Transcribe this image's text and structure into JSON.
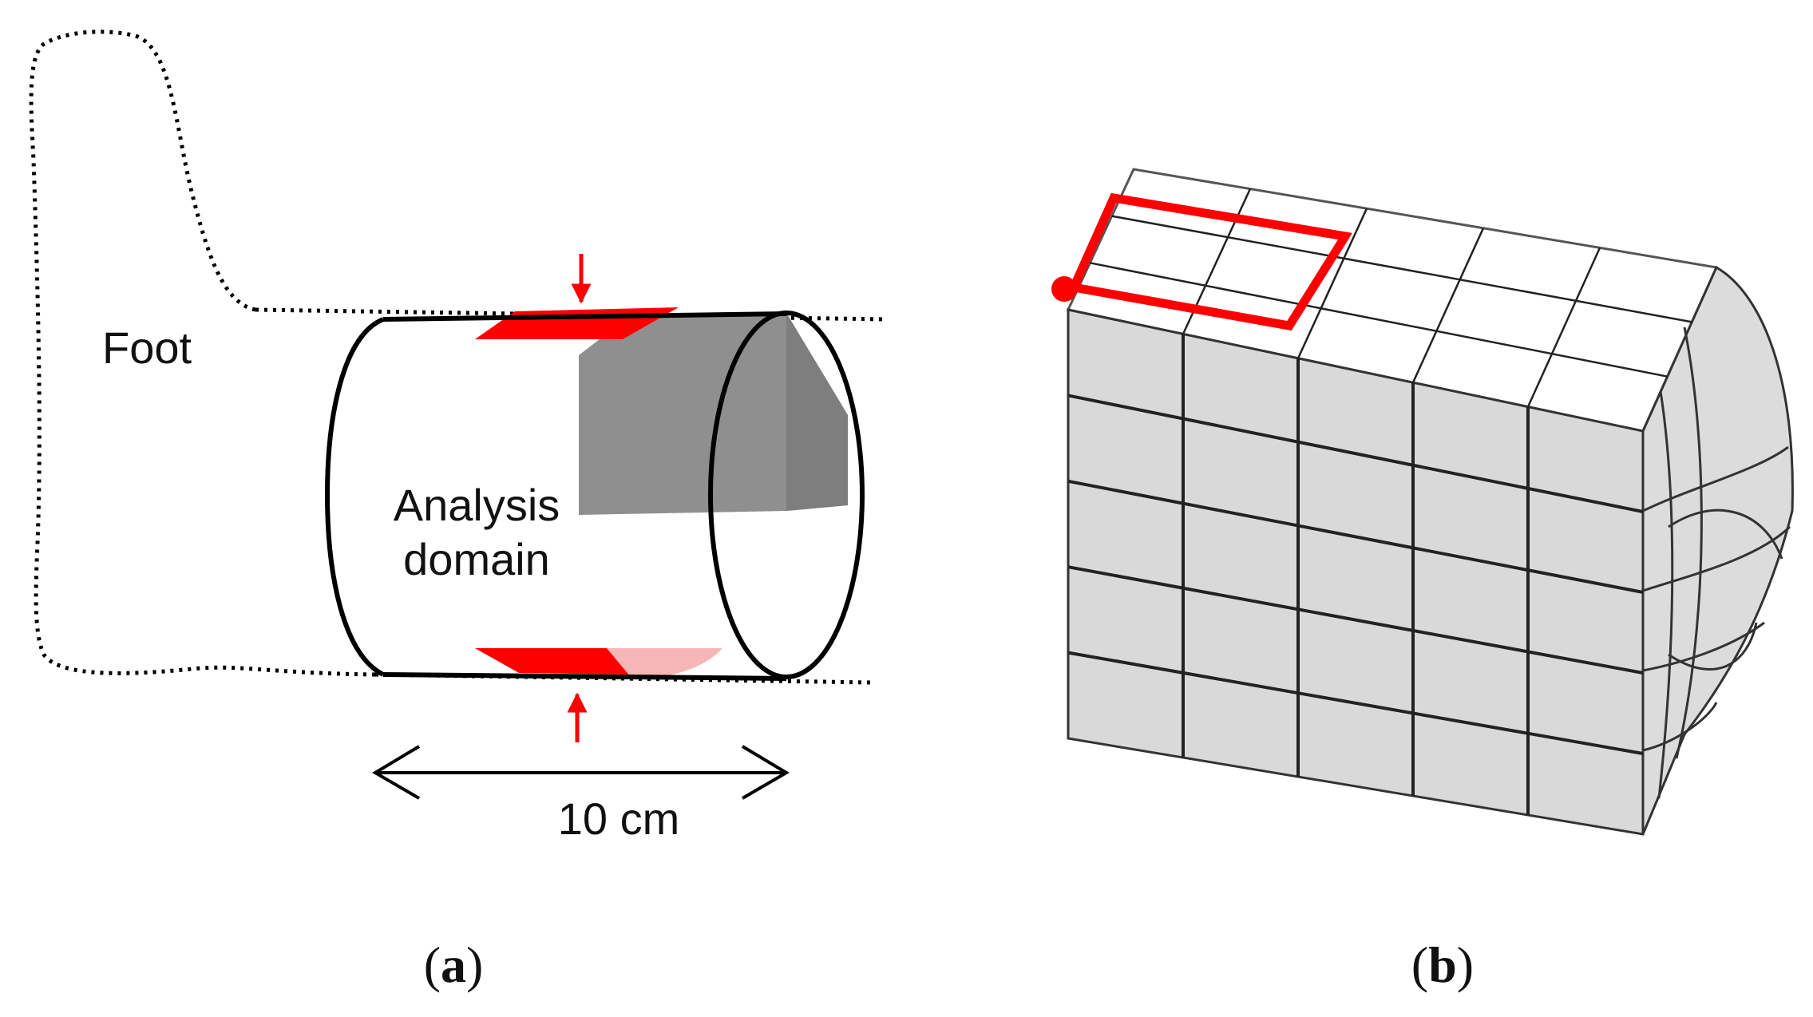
{
  "panel_a": {
    "foot_label": "Foot",
    "domain_label_line1": "Analysis",
    "domain_label_line2": "domain",
    "length_label": "10 cm",
    "caption_open": "(",
    "caption_letter": "a",
    "caption_close": ")"
  },
  "panel_b": {
    "caption_open": "(",
    "caption_letter": "b",
    "caption_close": ")",
    "mesh": {
      "front_columns": 5,
      "front_rows": 5,
      "top_columns": 5,
      "top_rows": 3
    }
  },
  "colors": {
    "highlight_red": "#ff0000",
    "pale_red": "#f6b6b6",
    "block_gray": "#8c8c8c",
    "mesh_face": "#d9d9d9",
    "mesh_line": "#222222",
    "outline": "#000000"
  }
}
